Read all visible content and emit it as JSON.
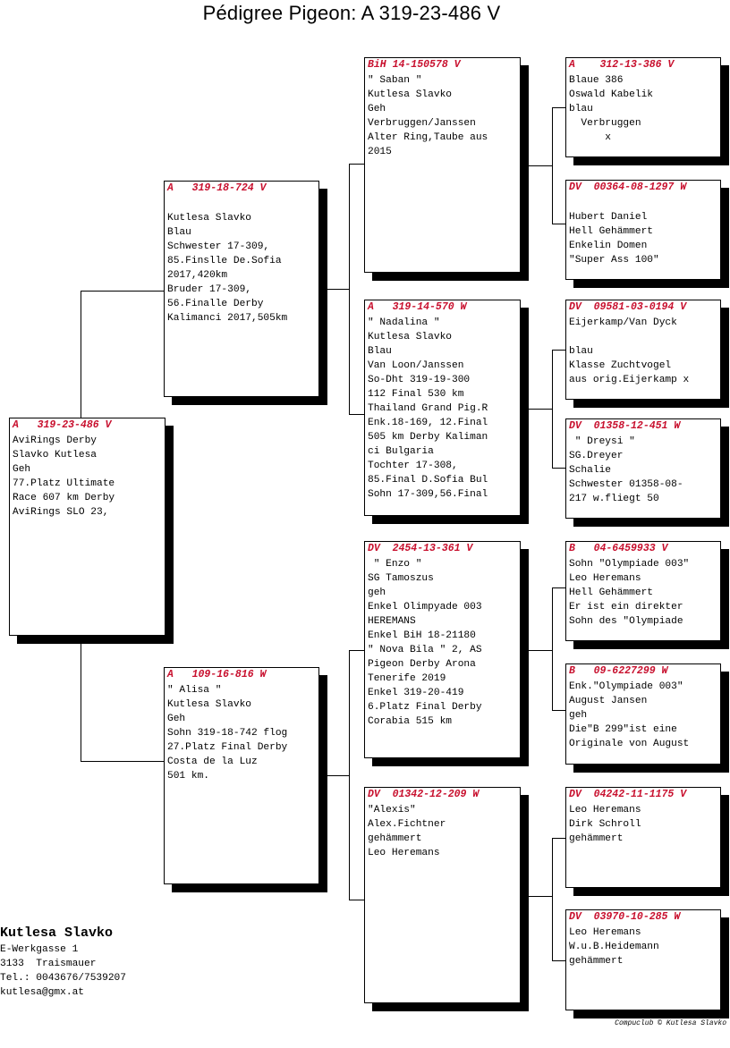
{
  "title": "Pédigree Pigeon: A   319-23-486 V",
  "cards": {
    "subject": {
      "ring": "A   319-23-486 V",
      "lines": [
        "AviRings Derby",
        "Slavko Kutlesa",
        "Geh",
        "77.Platz Ultimate",
        "Race 607 km Derby",
        "AviRings SLO 23,"
      ]
    },
    "sire": {
      "ring": "A   319-18-724 V",
      "lines": [
        "",
        "Kutlesa Slavko",
        "Blau",
        "Schwester 17-309,",
        "85.Finslle De.Sofia",
        "2017,420km",
        "Bruder 17-309,",
        "56.Finalle Derby",
        "Kalimanci 2017,505km"
      ]
    },
    "dam": {
      "ring": "A   109-16-816 W",
      "lines": [
        "\" Alisa \"",
        "Kutlesa Slavko",
        "Geh",
        "Sohn 319-18-742 flog",
        "27.Platz Final Derby",
        "Costa de la Luz",
        "501 km."
      ]
    },
    "sire_sire": {
      "ring": "BiH 14-150578 V",
      "lines": [
        "\" Saban \"",
        "Kutlesa Slavko",
        "Geh",
        "Verbruggen/Janssen",
        "Alter Ring,Taube aus",
        "2015"
      ]
    },
    "sire_dam": {
      "ring": "A   319-14-570 W",
      "lines": [
        "\" Nadalina \"",
        "Kutlesa Slavko",
        "Blau",
        "Van Loon/Janssen",
        "So-Dht 319-19-300",
        "112 Final 530 km",
        "Thailand Grand Pig.R",
        "Enk.18-169, 12.Final",
        "505 km Derby Kaliman",
        "ci Bulgaria",
        "Tochter 17-308,",
        "85.Final D.Sofia Bul",
        "Sohn 17-309,56.Final"
      ]
    },
    "dam_sire": {
      "ring": "DV  2454-13-361 V",
      "lines": [
        " \" Enzo \"",
        "SG Tamoszus",
        "geh",
        "Enkel Olimpyade 003",
        "HEREMANS",
        "Enkel BiH 18-21180",
        "\" Nova Bila \" 2, AS",
        "Pigeon Derby Arona",
        "Tenerife 2019",
        "Enkel 319-20-419",
        "6.Platz Final Derby",
        "Corabia 515 km"
      ]
    },
    "dam_dam": {
      "ring": "DV  01342-12-209 W",
      "lines": [
        "\"Alexis\"",
        "Alex.Fichtner",
        "gehämmert",
        "Leo Heremans"
      ]
    },
    "ss_sire": {
      "ring": "A    312-13-386 V",
      "lines": [
        "Blaue 386",
        "Oswald Kabelik",
        "blau",
        "  Verbruggen",
        "      x"
      ]
    },
    "ss_dam": {
      "ring": "DV  00364-08-1297 W",
      "lines": [
        "",
        "Hubert Daniel",
        "Hell Gehämmert",
        "Enkelin Domen",
        "\"Super Ass 100\""
      ]
    },
    "sd_sire": {
      "ring": "DV  09581-03-0194 V",
      "lines": [
        "Eijerkamp/Van Dyck",
        "",
        "blau",
        "Klasse Zuchtvogel",
        "aus orig.Eijerkamp x"
      ]
    },
    "sd_dam": {
      "ring": "DV  01358-12-451 W",
      "lines": [
        " \" Dreysi \"",
        "SG.Dreyer",
        "Schalie",
        "Schwester 01358-08-",
        "217 w.fliegt 50"
      ]
    },
    "ds_sire": {
      "ring": "B   04-6459933 V",
      "lines": [
        "Sohn \"Olympiade 003\"",
        "Leo Heremans",
        "Hell Gehämmert",
        "Er ist ein direkter",
        "Sohn des \"Olympiade"
      ]
    },
    "ds_dam": {
      "ring": "B   09-6227299 W",
      "lines": [
        "Enk.\"Olympiade 003\"",
        "August Jansen",
        "geh",
        "Die\"B 299\"ist eine",
        "Originale von August"
      ]
    },
    "dd_sire": {
      "ring": "DV  04242-11-1175 V",
      "lines": [
        "Leo Heremans",
        "Dirk Schroll",
        "gehämmert"
      ]
    },
    "dd_dam": {
      "ring": "DV  03970-10-285 W",
      "lines": [
        "Leo Heremans",
        "W.u.B.Heidemann",
        "gehämmert"
      ]
    }
  },
  "owner": {
    "name": "Kutlesa Slavko",
    "street": "E-Werkgasse 1",
    "city": "3133  Traismauer",
    "phone": "Tel.: 0043676/7539207",
    "email": "kutlesa@gmx.at"
  },
  "footer": "Compuclub © Kutlesa Slavko",
  "colors": {
    "ring_text": "#c8102e",
    "shadow": "#000000"
  }
}
